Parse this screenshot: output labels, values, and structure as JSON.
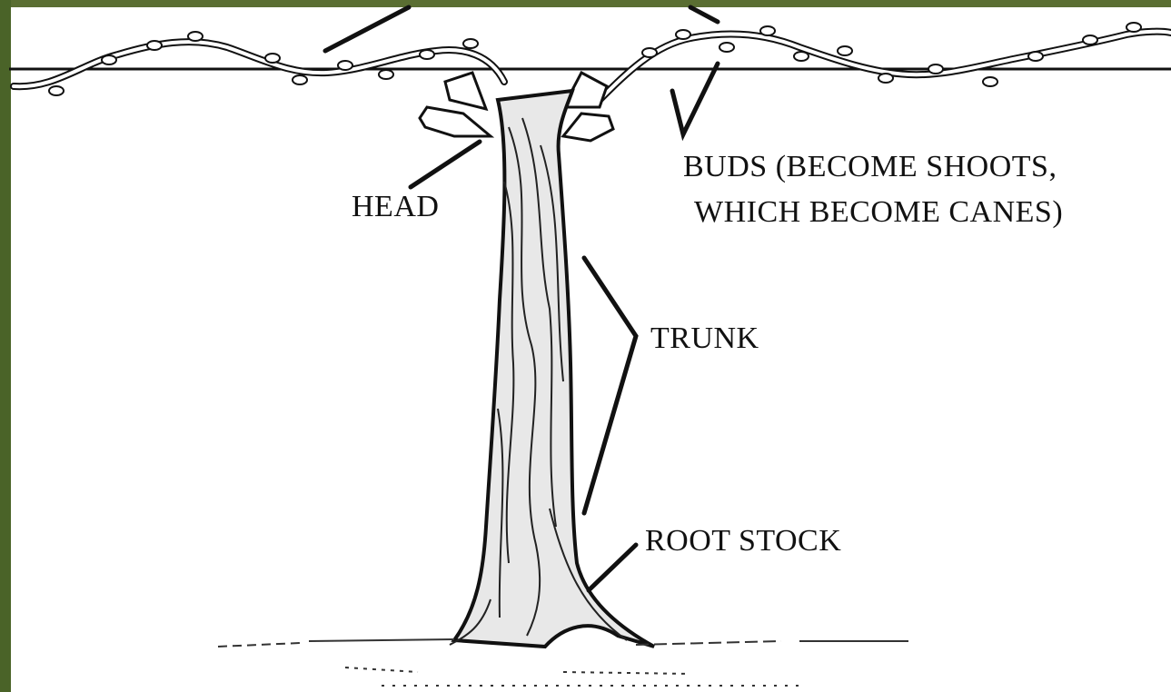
{
  "labels": {
    "head": "HEAD",
    "buds_line1": "BUDS (BECOME SHOOTS,",
    "buds_line2": "WHICH BECOME CANES)",
    "trunk": "TRUNK",
    "root_stock": "ROOT STOCK"
  },
  "colors": {
    "ink": "#111111",
    "paper": "#ffffff",
    "photo_border": "#4f6b2e"
  }
}
